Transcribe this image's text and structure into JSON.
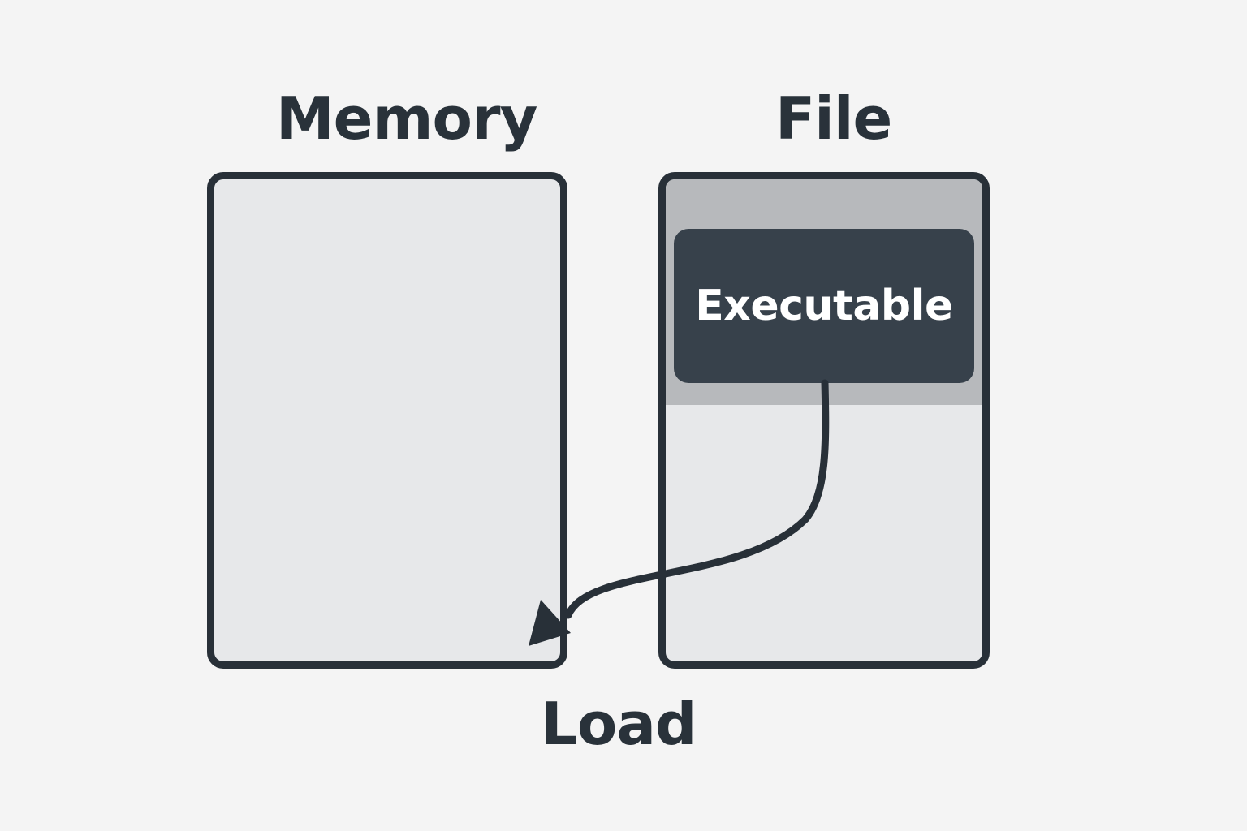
{
  "diagram": {
    "memory": {
      "title": "Memory"
    },
    "file": {
      "title": "File",
      "executable_label": "Executable"
    },
    "action": {
      "label": "Load"
    }
  },
  "colors": {
    "background": "#f4f4f4",
    "outline": "#283038",
    "panel_fill": "#e7e8ea",
    "file_header_fill": "#b7b9bc",
    "executable_fill": "#37414b",
    "executable_text": "#ffffff"
  }
}
